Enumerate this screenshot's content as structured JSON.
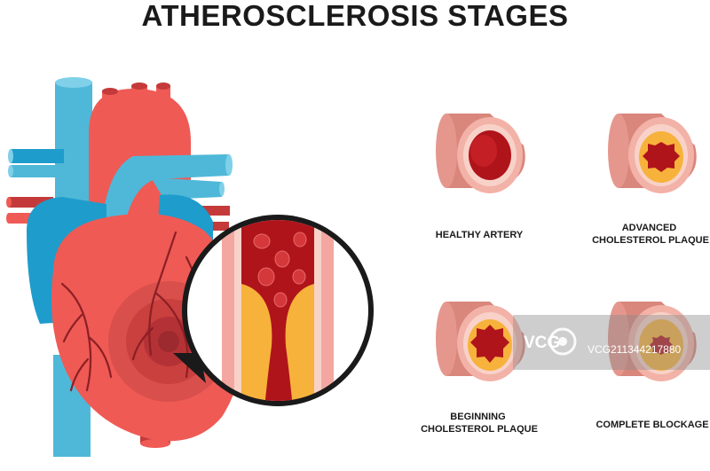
{
  "title": "ATHEROSCLEROSIS STAGES",
  "stages": [
    {
      "label_lines": [
        "HEALTHY ARTERY"
      ]
    },
    {
      "label_lines": [
        "ADVANCED",
        "CHOLESTEROL PLAQUE"
      ]
    },
    {
      "label_lines": [
        "BEGINNING",
        "CHOLESTEROL PLAQUE"
      ]
    },
    {
      "label_lines": [
        "COMPLETE BLOCKAGE"
      ]
    }
  ],
  "watermark": {
    "brand": "VCG",
    "code": "VCG211344217880"
  },
  "colors": {
    "vessel_blue": "#4fb8d8",
    "vessel_blue_dark": "#1e9ccc",
    "heart_red": "#ef5a55",
    "heart_dark": "#c43a3a",
    "blood": "#b0141b",
    "plaque": "#f7b23b",
    "artery_wall": "#e89a90",
    "artery_inner": "#f8d2c8"
  }
}
